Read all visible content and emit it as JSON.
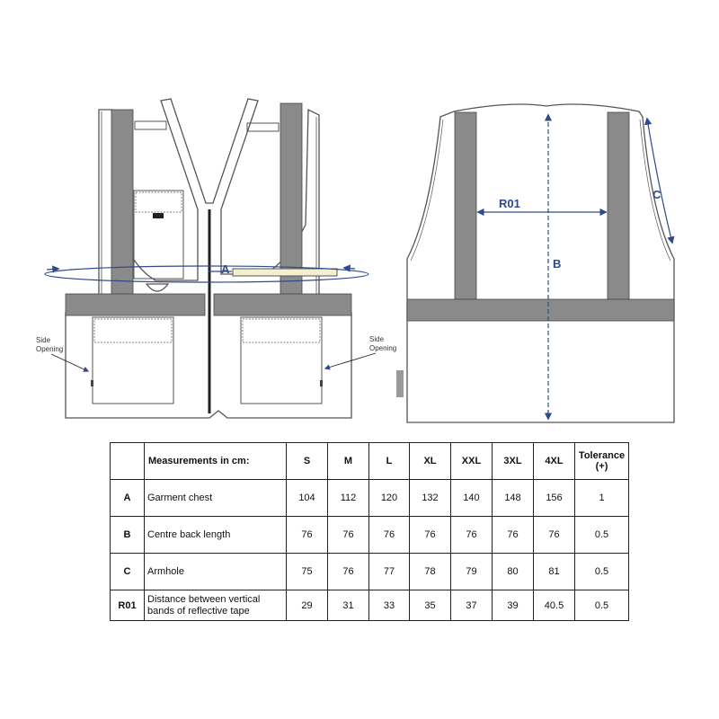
{
  "diagram": {
    "front_label_a": "A",
    "side_opening_label_left": "Side\nOpening",
    "side_opening_label_right": "Side\nOpening",
    "back_label_r01": "R01",
    "back_label_b": "B",
    "back_label_c": "C",
    "colors": {
      "outline": "#555555",
      "reflective_band": "#8a8a8a",
      "measure_line": "#2e4a8c"
    }
  },
  "table": {
    "header_title": "Measurements in cm:",
    "sizes": [
      "S",
      "M",
      "L",
      "XL",
      "XXL",
      "3XL",
      "4XL"
    ],
    "tolerance_header": "Tolerance",
    "tolerance_sub": "(+)",
    "rows": [
      {
        "code": "A",
        "label": "Garment chest",
        "values": [
          "104",
          "112",
          "120",
          "132",
          "140",
          "148",
          "156"
        ],
        "tolerance": "1"
      },
      {
        "code": "B",
        "label": "Centre back length",
        "values": [
          "76",
          "76",
          "76",
          "76",
          "76",
          "76",
          "76"
        ],
        "tolerance": "0.5"
      },
      {
        "code": "C",
        "label": "Armhole",
        "values": [
          "75",
          "76",
          "77",
          "78",
          "79",
          "80",
          "81"
        ],
        "tolerance": "0.5"
      },
      {
        "code": "R01",
        "label": "Distance between vertical bands of reflective tape",
        "values": [
          "29",
          "31",
          "33",
          "35",
          "37",
          "39",
          "40.5"
        ],
        "tolerance": "0.5"
      }
    ]
  }
}
